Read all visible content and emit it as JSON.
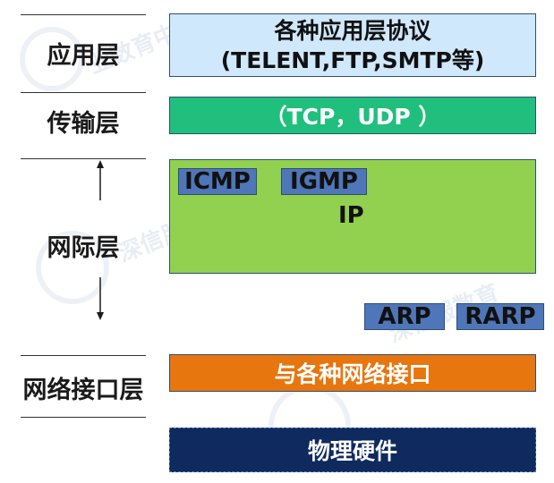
{
  "layers": {
    "application": "应用层",
    "transport": "传输层",
    "network": "网际层",
    "link": "网络接口层"
  },
  "boxes": {
    "application_line1": "各种应用层协议",
    "application_line2": "(TELENT,FTP,SMTP等)",
    "transport": "（TCP，UDP ）",
    "icmp": "ICMP",
    "igmp": "IGMP",
    "ip": "IP",
    "arp": "ARP",
    "rarp": "RARP",
    "link": "与各种网络接口",
    "hardware": "物理硬件"
  },
  "colors": {
    "application_fill": "#cfe8fb",
    "transport_fill": "#20bf7e",
    "network_fill": "#92d050",
    "protocol_fill": "#4f76b8",
    "link_fill": "#e8760e",
    "hardware_fill": "#0e2a5e",
    "separator": "#333333"
  }
}
